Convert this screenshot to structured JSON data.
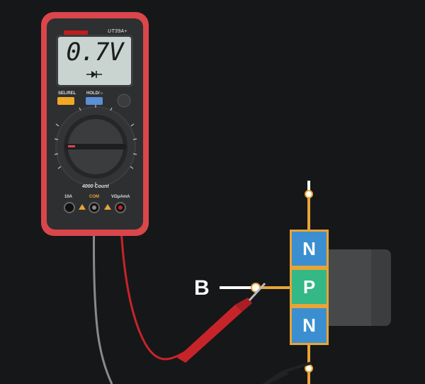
{
  "multimeter": {
    "model": "UT39A+",
    "display": {
      "value": "0.7V"
    },
    "buttons": {
      "sel_rel": "SEL/REL",
      "hold": "HOLD/☼"
    },
    "count_label": "4000 Count",
    "jacks": {
      "ten_amp": "10A",
      "com": "COM",
      "v_ohm": "VΩμAmA"
    },
    "dial": {
      "pointer_position": "diode"
    }
  },
  "transistor": {
    "type": "NPN",
    "layers": [
      "N",
      "P",
      "N"
    ],
    "base_label": "B"
  },
  "colors": {
    "background": "#161719",
    "meter_body": "#d9464b",
    "lcd": "#c9d3cf",
    "n_layer": "#3b8fd0",
    "p_layer": "#33b886",
    "border": "#e8a437",
    "red_probe": "#c7242a",
    "black_probe": "#202224"
  }
}
